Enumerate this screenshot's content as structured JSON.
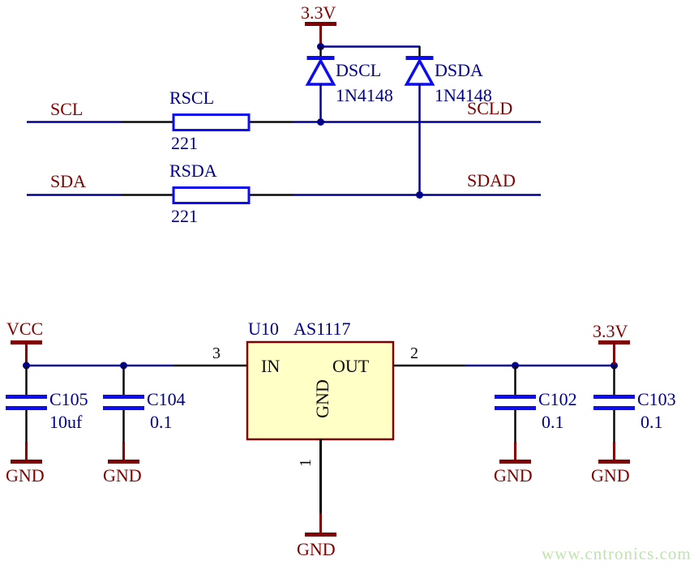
{
  "colors": {
    "wire_navy": "#00008B",
    "wire_black": "#0a0a0a",
    "component_blue": "#0d0df0",
    "power_maroon": "#800000",
    "ic_fill": "#FFFFC6",
    "watermark_green": "#bfe3ae"
  },
  "i2c": {
    "power": "3.3V",
    "scl_in": "SCL",
    "sda_in": "SDA",
    "scl_out": "SCLD",
    "sda_out": "SDAD",
    "rscl": {
      "ref": "RSCL",
      "value": "221"
    },
    "rsda": {
      "ref": "RSDA",
      "value": "221"
    },
    "dscl": {
      "ref": "DSCL",
      "part": "1N4148"
    },
    "dsda": {
      "ref": "DSDA",
      "part": "1N4148"
    }
  },
  "reg": {
    "ref": "U10",
    "part": "AS1117",
    "pin_in": {
      "num": "3",
      "label": "IN"
    },
    "pin_out": {
      "num": "2",
      "label": "OUT"
    },
    "pin_gnd": {
      "num": "1",
      "label": "GND"
    },
    "vin": "VCC",
    "vout": "3.3V",
    "gnd": "GND",
    "c105": {
      "ref": "C105",
      "value": "10uf"
    },
    "c104": {
      "ref": "C104",
      "value": "0.1"
    },
    "c102": {
      "ref": "C102",
      "value": "0.1"
    },
    "c103": {
      "ref": "C103",
      "value": "0.1"
    }
  },
  "watermark": "www.cntronics.com"
}
